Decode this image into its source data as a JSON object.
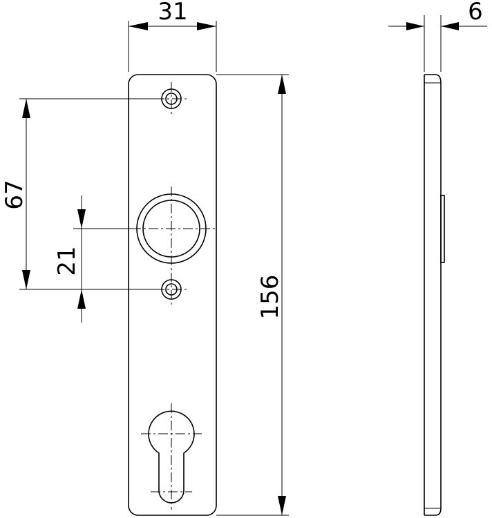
{
  "dimensions": {
    "width": "31",
    "thickness": "6",
    "height": "156",
    "screw_spacing": "67",
    "knob_offset": "21"
  },
  "views": [
    "front-view",
    "side-view"
  ]
}
